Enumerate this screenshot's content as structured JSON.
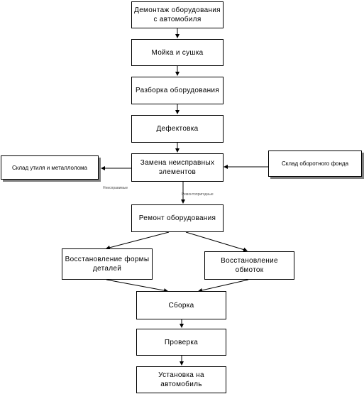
{
  "diagram": {
    "nodes": [
      {
        "id": "dismantle",
        "label": "Демонтаж оборудования\nс автомобиля"
      },
      {
        "id": "wash",
        "label": "Мойка и сушка"
      },
      {
        "id": "disassembly",
        "label": "Разборка оборудования"
      },
      {
        "id": "defect",
        "label": "Дефектовка"
      },
      {
        "id": "replace",
        "label": "Замена неисправных\nэлементов"
      },
      {
        "id": "scrap",
        "label": "Склад утиля и металлолома"
      },
      {
        "id": "stock",
        "label": "Склад оборотного фонда"
      },
      {
        "id": "repair",
        "label": "Ремонт оборудования"
      },
      {
        "id": "restore_parts",
        "label": "Восстановление формы\nдеталей"
      },
      {
        "id": "restore_windings",
        "label": "Восстановление обмоток"
      },
      {
        "id": "assembly",
        "label": "Сборка"
      },
      {
        "id": "check",
        "label": "Проверка"
      },
      {
        "id": "install",
        "label": "Установка на\nавтомобиль"
      }
    ],
    "edge_labels": {
      "to_scrap": "Неиспрaвимые",
      "to_repair": "Ремонтопригодные"
    }
  }
}
